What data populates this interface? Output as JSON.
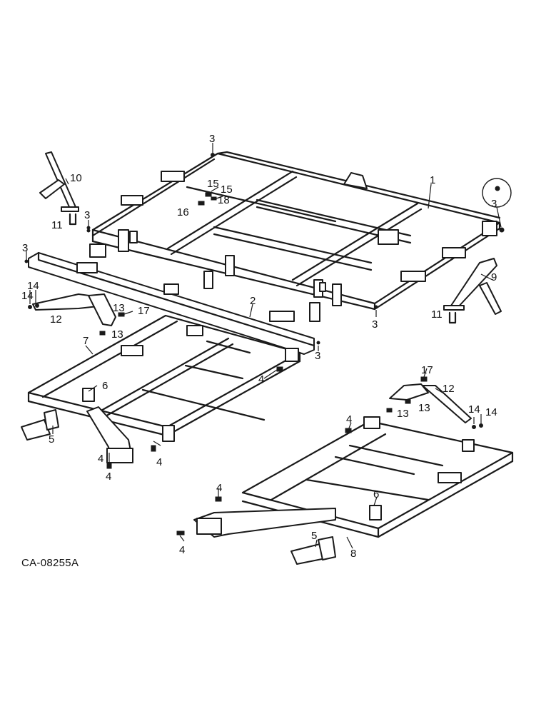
{
  "diagram": {
    "reference_code": "CA-08255A",
    "callouts": {
      "c1": "1",
      "c2": "2",
      "c3a": "3",
      "c3b": "3",
      "c3c": "3",
      "c3d": "3",
      "c3e": "3",
      "c3f": "3",
      "c4a": "4",
      "c4b": "4",
      "c4c": "4",
      "c4d": "4",
      "c4e": "4",
      "c4f": "4",
      "c4g": "4",
      "c5a": "5",
      "c5b": "5",
      "c6a": "6",
      "c6b": "6",
      "c7": "7",
      "c8": "8",
      "c9": "9",
      "c10": "10",
      "c11a": "11",
      "c11b": "11",
      "c12a": "12",
      "c12b": "12",
      "c13a": "13",
      "c13b": "13",
      "c13c": "13",
      "c13d": "13",
      "c14a": "14",
      "c14b": "14",
      "c14c": "14",
      "c15a": "15",
      "c15b": "15",
      "c16": "16",
      "c17a": "17",
      "c17b": "17",
      "c18": "18"
    }
  }
}
